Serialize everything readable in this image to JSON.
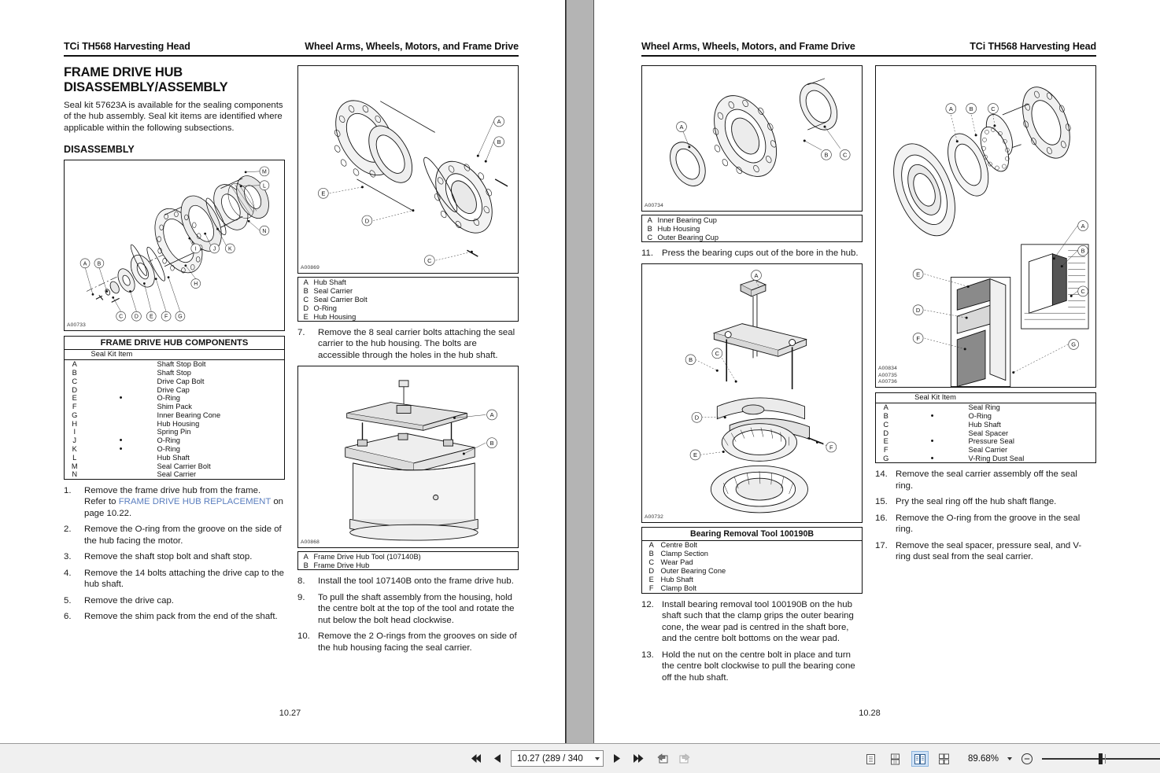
{
  "viewer": {
    "toolbar": {
      "first_page_label": "First page",
      "prev_page_label": "Previous page",
      "next_page_label": "Next page",
      "last_page_label": "Last page",
      "page_value": "10.27 (289 / 340",
      "zoom_value": "89.68%",
      "view_single": "single-page-view",
      "view_continuous": "continuous-view",
      "view_two_up": "two-page-view",
      "view_two_up_continuous": "two-page-continuous-view",
      "zoom_out_label": "Zoom out"
    }
  },
  "left_page": {
    "head_left": "TCi TH568 Harvesting Head",
    "head_right": "Wheel Arms, Wheels, Motors, and Frame Drive",
    "folio": "10.27",
    "section_title": "FRAME DRIVE HUB DISASSEMBLY/ASSEMBLY",
    "intro": "Seal kit 57623A is available for the sealing components of the hub assembly. Seal kit items are identified where applicable within the following subsections.",
    "subsection_title": "DISASSEMBLY",
    "figure_1_id": "A00733",
    "components_table": {
      "title": "FRAME DRIVE HUB COMPONENTS",
      "kit_header": "Seal Kit Item",
      "rows": [
        {
          "key": "A",
          "kit": "",
          "name": "Shaft Stop Bolt"
        },
        {
          "key": "B",
          "kit": "",
          "name": "Shaft Stop"
        },
        {
          "key": "C",
          "kit": "",
          "name": "Drive Cap Bolt"
        },
        {
          "key": "D",
          "kit": "",
          "name": "Drive Cap"
        },
        {
          "key": "E",
          "kit": "•",
          "name": "O-Ring"
        },
        {
          "key": "F",
          "kit": "",
          "name": "Shim Pack"
        },
        {
          "key": "G",
          "kit": "",
          "name": "Inner Bearing Cone"
        },
        {
          "key": "H",
          "kit": "",
          "name": "Hub Housing"
        },
        {
          "key": "I",
          "kit": "",
          "name": "Spring Pin"
        },
        {
          "key": "J",
          "kit": "•",
          "name": "O-Ring"
        },
        {
          "key": "K",
          "kit": "•",
          "name": "O-Ring"
        },
        {
          "key": "L",
          "kit": "",
          "name": "Hub Shaft"
        },
        {
          "key": "M",
          "kit": "",
          "name": "Seal Carrier Bolt"
        },
        {
          "key": "N",
          "kit": "",
          "name": "Seal Carrier"
        }
      ]
    },
    "steps_col1": [
      {
        "num": "1.",
        "pre": "Remove the frame drive hub from the frame. Refer to ",
        "link": "FRAME DRIVE HUB REPLACEMENT",
        "post": " on page 10.22."
      },
      {
        "num": "2.",
        "pre": "Remove the O-ring from the groove on the side of the hub facing the motor.",
        "link": "",
        "post": ""
      },
      {
        "num": "3.",
        "pre": "Remove the shaft stop bolt and shaft stop.",
        "link": "",
        "post": ""
      },
      {
        "num": "4.",
        "pre": "Remove the 14 bolts attaching the drive cap to the hub shaft.",
        "link": "",
        "post": ""
      },
      {
        "num": "5.",
        "pre": "Remove the drive cap.",
        "link": "",
        "post": ""
      },
      {
        "num": "6.",
        "pre": "Remove the shim pack from the end of the shaft.",
        "link": "",
        "post": ""
      }
    ],
    "figure_2_id": "A00869",
    "legend_2": [
      {
        "key": "A",
        "name": "Hub Shaft"
      },
      {
        "key": "B",
        "name": "Seal Carrier"
      },
      {
        "key": "C",
        "name": "Seal Carrier Bolt"
      },
      {
        "key": "D",
        "name": "O-Ring"
      },
      {
        "key": "E",
        "name": "Hub Housing"
      }
    ],
    "step_7": {
      "num": "7.",
      "text": "Remove the 8 seal carrier bolts attaching the seal carrier to the hub housing. The bolts are accessible through the holes in the hub shaft."
    },
    "figure_3_id": "A00868",
    "legend_3": [
      {
        "key": "A",
        "name": "Frame Drive Hub Tool (107140B)"
      },
      {
        "key": "B",
        "name": "Frame Drive Hub"
      }
    ],
    "steps_col2": [
      {
        "num": "8.",
        "text": "Install the tool 107140B onto the frame drive hub."
      },
      {
        "num": "9.",
        "text": "To pull the shaft assembly from the housing, hold the centre bolt at the top of the tool and rotate the nut below the bolt head clockwise."
      },
      {
        "num": "10.",
        "text": "Remove the 2 O-rings from the grooves on side of the hub housing facing the seal carrier."
      }
    ]
  },
  "right_page": {
    "head_left": "Wheel Arms, Wheels, Motors, and Frame Drive",
    "head_right": "TCi TH568 Harvesting Head",
    "folio": "10.28",
    "figure_4_id": "A00734",
    "legend_4": [
      {
        "key": "A",
        "name": "Inner Bearing Cup"
      },
      {
        "key": "B",
        "name": "Hub Housing"
      },
      {
        "key": "C",
        "name": "Outer Bearing Cup"
      }
    ],
    "step_11": {
      "num": "11.",
      "text": "Press the bearing cups out of the bore in the hub."
    },
    "figure_5_id": "A00732",
    "tool_table": {
      "title": "Bearing Removal Tool 100190B",
      "rows": [
        {
          "key": "A",
          "name": "Centre Bolt"
        },
        {
          "key": "B",
          "name": "Clamp Section"
        },
        {
          "key": "C",
          "name": "Wear Pad"
        },
        {
          "key": "D",
          "name": "Outer Bearing Cone"
        },
        {
          "key": "E",
          "name": "Hub Shaft"
        },
        {
          "key": "F",
          "name": "Clamp Bolt"
        }
      ]
    },
    "steps_col1": [
      {
        "num": "12.",
        "text": "Install bearing removal tool 100190B on the hub shaft such that the clamp grips the outer bearing cone, the wear pad is centred in the shaft bore, and the centre bolt bottoms on the wear pad."
      },
      {
        "num": "13.",
        "text": "Hold the nut on the centre bolt in place and turn the centre bolt clockwise to pull the bearing cone off the hub shaft."
      }
    ],
    "figure_6_ids": [
      "A00834",
      "A00735",
      "A00736"
    ],
    "seal_kit_table": {
      "kit_header": "Seal Kit Item",
      "rows": [
        {
          "key": "A",
          "kit": "",
          "name": "Seal Ring"
        },
        {
          "key": "B",
          "kit": "•",
          "name": "O-Ring"
        },
        {
          "key": "C",
          "kit": "",
          "name": "Hub Shaft"
        },
        {
          "key": "D",
          "kit": "",
          "name": "Seal Spacer"
        },
        {
          "key": "E",
          "kit": "•",
          "name": "Pressure Seal"
        },
        {
          "key": "F",
          "kit": "",
          "name": "Seal Carrier"
        },
        {
          "key": "G",
          "kit": "•",
          "name": "V-Ring Dust Seal"
        }
      ]
    },
    "steps_col2": [
      {
        "num": "14.",
        "text": "Remove the seal carrier assembly off the seal ring."
      },
      {
        "num": "15.",
        "text": "Pry the seal ring off the hub shaft flange."
      },
      {
        "num": "16.",
        "text": "Remove the O-ring from the groove in the seal ring."
      },
      {
        "num": "17.",
        "text": "Remove the seal spacer, pressure seal, and V-ring dust seal from the seal carrier."
      }
    ]
  }
}
